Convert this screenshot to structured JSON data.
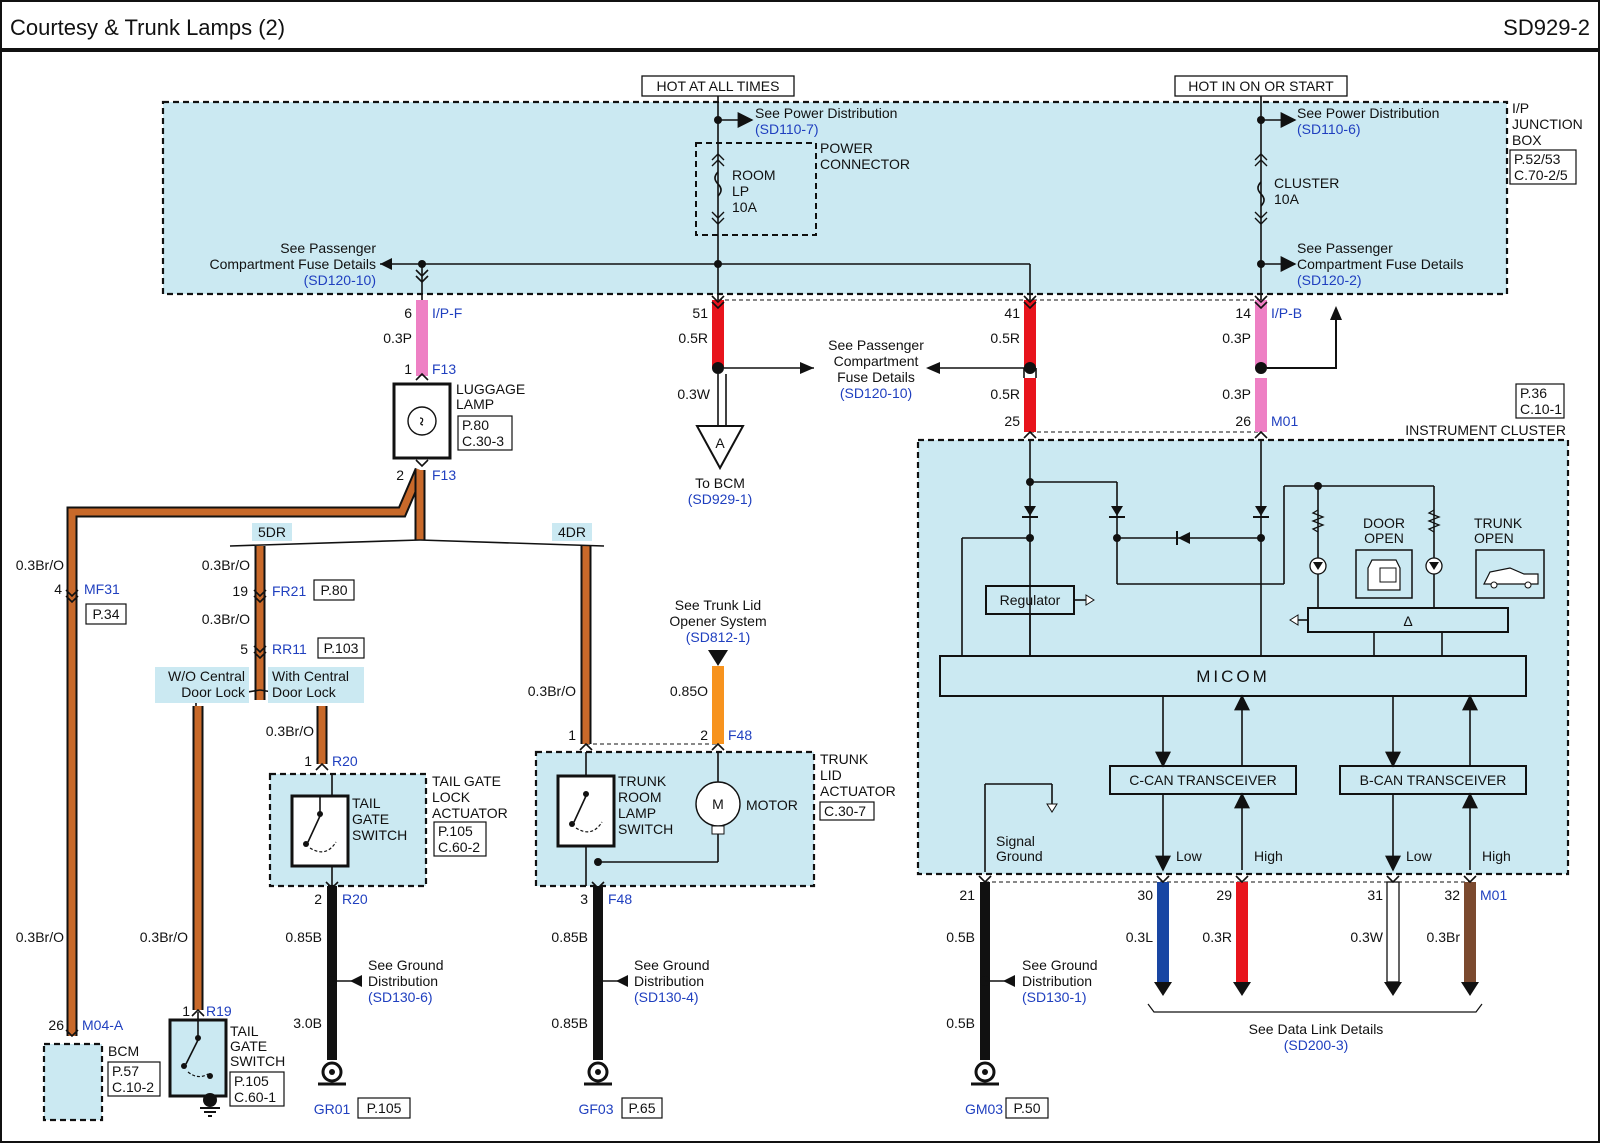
{
  "header": {
    "title": "Courtesy & Trunk Lamps (2)",
    "code": "SD929-2"
  },
  "sources": {
    "hot_always": "HOT AT ALL TIMES",
    "hot_on": "HOT IN ON OR START"
  },
  "junction_box": {
    "name_lines": [
      "I/P",
      "JUNCTION",
      "BOX"
    ],
    "ref_lines": [
      "P.52/53",
      "C.70-2/5"
    ],
    "power_dist_left": "See Power Distribution",
    "power_dist_left_ref": "(SD110-7)",
    "power_dist_right": "See Power Distribution",
    "power_dist_right_ref": "(SD110-6)",
    "power_connector_lines": [
      "POWER",
      "CONNECTOR"
    ],
    "fuse_room_lines": [
      "ROOM",
      "LP",
      "10A"
    ],
    "fuse_cluster_lines": [
      "CLUSTER",
      "10A"
    ],
    "pcfd_left_lines": [
      "See Passenger",
      "Compartment Fuse Details"
    ],
    "pcfd_left_ref": "(SD120-10)",
    "pcfd_right_lines": [
      "See Passenger",
      "Compartment Fuse Details"
    ],
    "pcfd_right_ref": "(SD120-2)"
  },
  "pins": {
    "p6": "6",
    "ipf": "I/P-F",
    "p51": "51",
    "p41": "41",
    "p14": "14",
    "ipb": "I/P-B",
    "p1_f13": "1",
    "f13_top": "F13",
    "p2_f13": "2",
    "f13_bot": "F13",
    "p25": "25",
    "p26": "26",
    "m01_top": "M01",
    "p4": "4",
    "mf31": "MF31",
    "p19": "19",
    "fr21": "FR21",
    "p5": "5",
    "rr11": "RR11",
    "p1_r20": "1",
    "r20_top": "R20",
    "p2_r20": "2",
    "r20_bot": "R20",
    "p1_f48": "1",
    "p2_f48": "2",
    "f48_top": "F48",
    "p3_f48": "3",
    "f48_bot": "F48",
    "p26_bcm": "26",
    "m04a": "M04-A",
    "p1_r19": "1",
    "r19": "R19",
    "p21": "21",
    "p30": "30",
    "p29": "29",
    "p31": "31",
    "p32": "32",
    "m01_bot": "M01"
  },
  "wires": {
    "w03p_a": "0.3P",
    "w05r_a": "0.5R",
    "w03w": "0.3W",
    "w05r_b": "0.5R",
    "w05r_c": "0.5R",
    "w03p_b": "0.3P",
    "w03p_c": "0.3P",
    "br_a": "0.3Br/O",
    "br_b": "0.3Br/O",
    "br_c": "0.3Br/O",
    "br_d": "0.3Br/O",
    "br_e": "0.3Br/O",
    "br_f": "0.3Br/O",
    "br_g": "0.3Br/O",
    "w085o": "0.85O",
    "b_a": "0.85B",
    "b_b": "3.0B",
    "b_c": "0.85B",
    "b_d": "0.85B",
    "b_e": "0.5B",
    "b_f": "0.5B",
    "w03l": "0.3L",
    "w03r": "0.3R",
    "w03w2": "0.3W",
    "w03br": "0.3Br"
  },
  "options": {
    "dr5": "5DR",
    "dr4": "4DR",
    "wo_lines": [
      "W/O Central",
      "Door Lock"
    ],
    "with_lines": [
      "With Central",
      "Door Lock"
    ]
  },
  "refs": {
    "p80": "P.80",
    "p103": "P.103",
    "p34": "P.34",
    "p105_gr": "P.105",
    "p65": "P.65",
    "p50": "P.50"
  },
  "luggage_lamp": {
    "name_lines": [
      "LUGGAGE",
      "LAMP"
    ],
    "ref_lines": [
      "P.80",
      "C.30-3"
    ]
  },
  "pcfd_mid": {
    "lines": [
      "See Passenger",
      "Compartment",
      "Fuse Details"
    ],
    "ref": "(SD120-10)"
  },
  "to_bcm": {
    "label": "To BCM",
    "ref": "(SD929-1)",
    "connector": "A"
  },
  "instrument_cluster": {
    "name": "INSTRUMENT CLUSTER",
    "ref_lines": [
      "P.36",
      "C.10-1"
    ],
    "regulator": "Regulator",
    "micom": "MICOM",
    "door_open_lines": [
      "DOOR",
      "OPEN"
    ],
    "trunk_open_lines": [
      "TRUNK",
      "OPEN"
    ],
    "delta": "Δ",
    "ccan": "C-CAN TRANSCEIVER",
    "bcan": "B-CAN TRANSCEIVER",
    "signal_ground_lines": [
      "Signal",
      "Ground"
    ],
    "low_a": "Low",
    "high_a": "High",
    "low_b": "Low",
    "high_b": "High"
  },
  "trunk_opener": {
    "lines": [
      "See Trunk Lid",
      "Opener System"
    ],
    "ref": "(SD812-1)"
  },
  "tailgate_lock": {
    "name_lines": [
      "TAIL GATE",
      "LOCK",
      "ACTUATOR"
    ],
    "ref_lines": [
      "P.105",
      "C.60-2"
    ],
    "switch_lines": [
      "TAIL",
      "GATE",
      "SWITCH"
    ]
  },
  "trunk_lid": {
    "name_lines": [
      "TRUNK",
      "LID",
      "ACTUATOR"
    ],
    "ref": "C.30-7",
    "switch_lines": [
      "TRUNK",
      "ROOM",
      "LAMP",
      "SWITCH"
    ],
    "motor": "MOTOR",
    "m": "M"
  },
  "tail_gate_switch": {
    "name_lines": [
      "TAIL",
      "GATE",
      "SWITCH"
    ],
    "ref_lines": [
      "P.105",
      "C.60-1"
    ]
  },
  "bcm": {
    "name": "BCM",
    "ref_lines": [
      "P.57",
      "C.10-2"
    ]
  },
  "grounds": {
    "g1_lines": [
      "See Ground",
      "Distribution"
    ],
    "g1_ref": "(SD130-6)",
    "g2_lines": [
      "See Ground",
      "Distribution"
    ],
    "g2_ref": "(SD130-4)",
    "g3_lines": [
      "See Ground",
      "Distribution"
    ],
    "g3_ref": "(SD130-1)",
    "gr01": "GR01",
    "gf03": "GF03",
    "gm03": "GM03"
  },
  "data_link": {
    "label": "See Data Link Details",
    "ref": "(SD200-3)"
  },
  "colors": {
    "panel": "#cbe9f2",
    "red": "#e8141c",
    "pink": "#ee80c4",
    "brown_wire": "#c8692a",
    "orange": "#f7931e",
    "blue_wire": "#1846a3",
    "dark_brown": "#7b4a2f",
    "label_blue": "#1f3fbf"
  }
}
